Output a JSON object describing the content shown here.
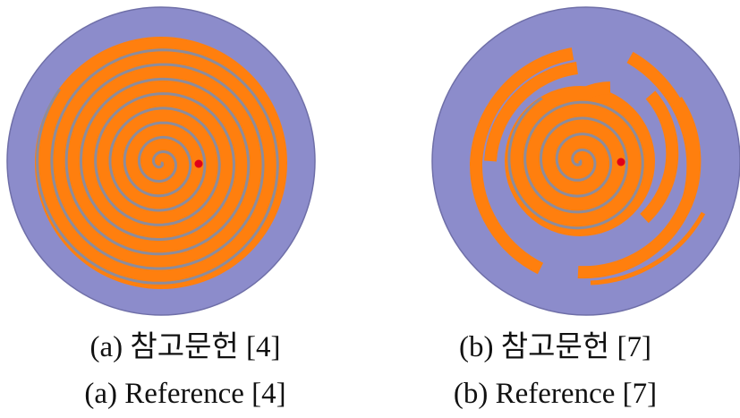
{
  "colors": {
    "substrate": "#8C8CCB",
    "substrate_edge": "#6F6FA8",
    "spiral": "#FF7F0E",
    "gap": "#8C8C9C",
    "feed": "#E0001A"
  },
  "figure_a": {
    "caption_korean": "(a)  참고문헌 [4]",
    "caption_english": "(a) Reference [4]"
  },
  "figure_b": {
    "caption_korean": "(b)  참고문헌 [7]",
    "caption_english": "(b) Reference [7]"
  }
}
